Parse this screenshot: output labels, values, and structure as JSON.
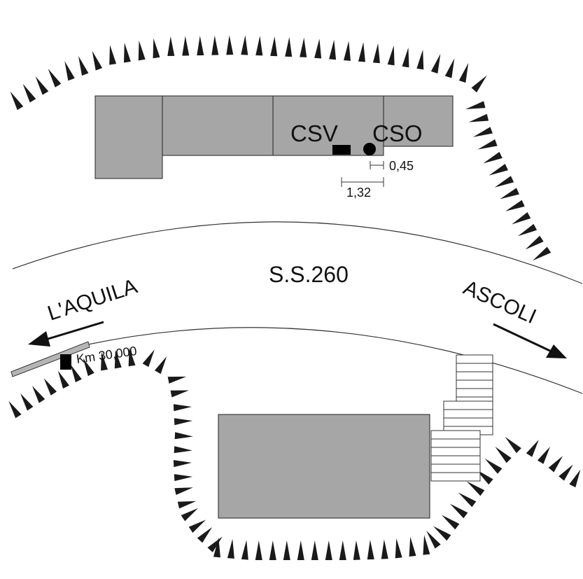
{
  "site_map": {
    "road": {
      "name": "S.S.260"
    },
    "directions": {
      "left": "L'AQUILA",
      "right": "ASCOLI"
    },
    "stations": {
      "csv": "CSV",
      "cso": "CSO"
    },
    "distances": {
      "short": "0,45",
      "long": "1,32"
    },
    "kilometre_marker": "Km 30,000",
    "colors": {
      "building_fill": "#a6a6a6",
      "outline": "#222222",
      "road_line": "#333333",
      "hachure": "#1a1a1a",
      "background": "#ffffff"
    }
  }
}
